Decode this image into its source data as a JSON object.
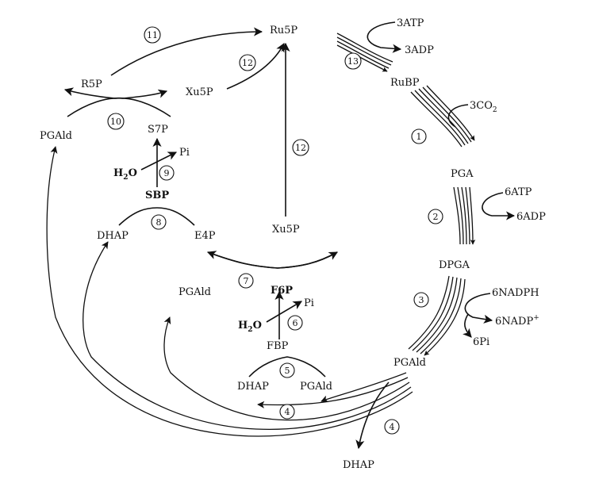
{
  "metabolites": {
    "ru5p": "Ru5P",
    "rubp": "RuBP",
    "pga": "PGA",
    "dpga": "DPGA",
    "pgald_main": "PGAld",
    "dhap_bottom": "DHAP",
    "r5p": "R5P",
    "xu5p_top": "Xu5P",
    "pgald_left": "PGAld",
    "s7p": "S7P",
    "sbp": "SBP",
    "dhap_left": "DHAP",
    "e4p": "E4P",
    "xu5p_mid": "Xu5P",
    "pgald_mid": "PGAld",
    "f6p": "F6P",
    "fbp": "FBP",
    "dhap_low": "DHAP",
    "pgald_low": "PGAld"
  },
  "cofactors": {
    "atp3": "3ATP",
    "adp3": "3ADP",
    "co2": "3CO",
    "co2_sub": "2",
    "atp6": "6ATP",
    "adp6": "6ADP",
    "nadph": "6NADPH",
    "nadp": "6NADP",
    "nadp_sup": "+",
    "pi6": "6Pi",
    "h2o_s7p": "H",
    "h2o_s7p_sub": "2",
    "h2o_s7p_o": "O",
    "pi_s7p": "Pi",
    "h2o_f6p": "H",
    "h2o_f6p_sub": "2",
    "h2o_f6p_o": "O",
    "pi_f6p": "Pi"
  },
  "steps": {
    "s1": "1",
    "s2": "2",
    "s3": "3",
    "s4a": "4",
    "s4b": "4",
    "s5": "5",
    "s6": "6",
    "s7": "7",
    "s8": "8",
    "s9": "9",
    "s10": "10",
    "s11": "11",
    "s12a": "12",
    "s12b": "12",
    "s13": "13"
  }
}
